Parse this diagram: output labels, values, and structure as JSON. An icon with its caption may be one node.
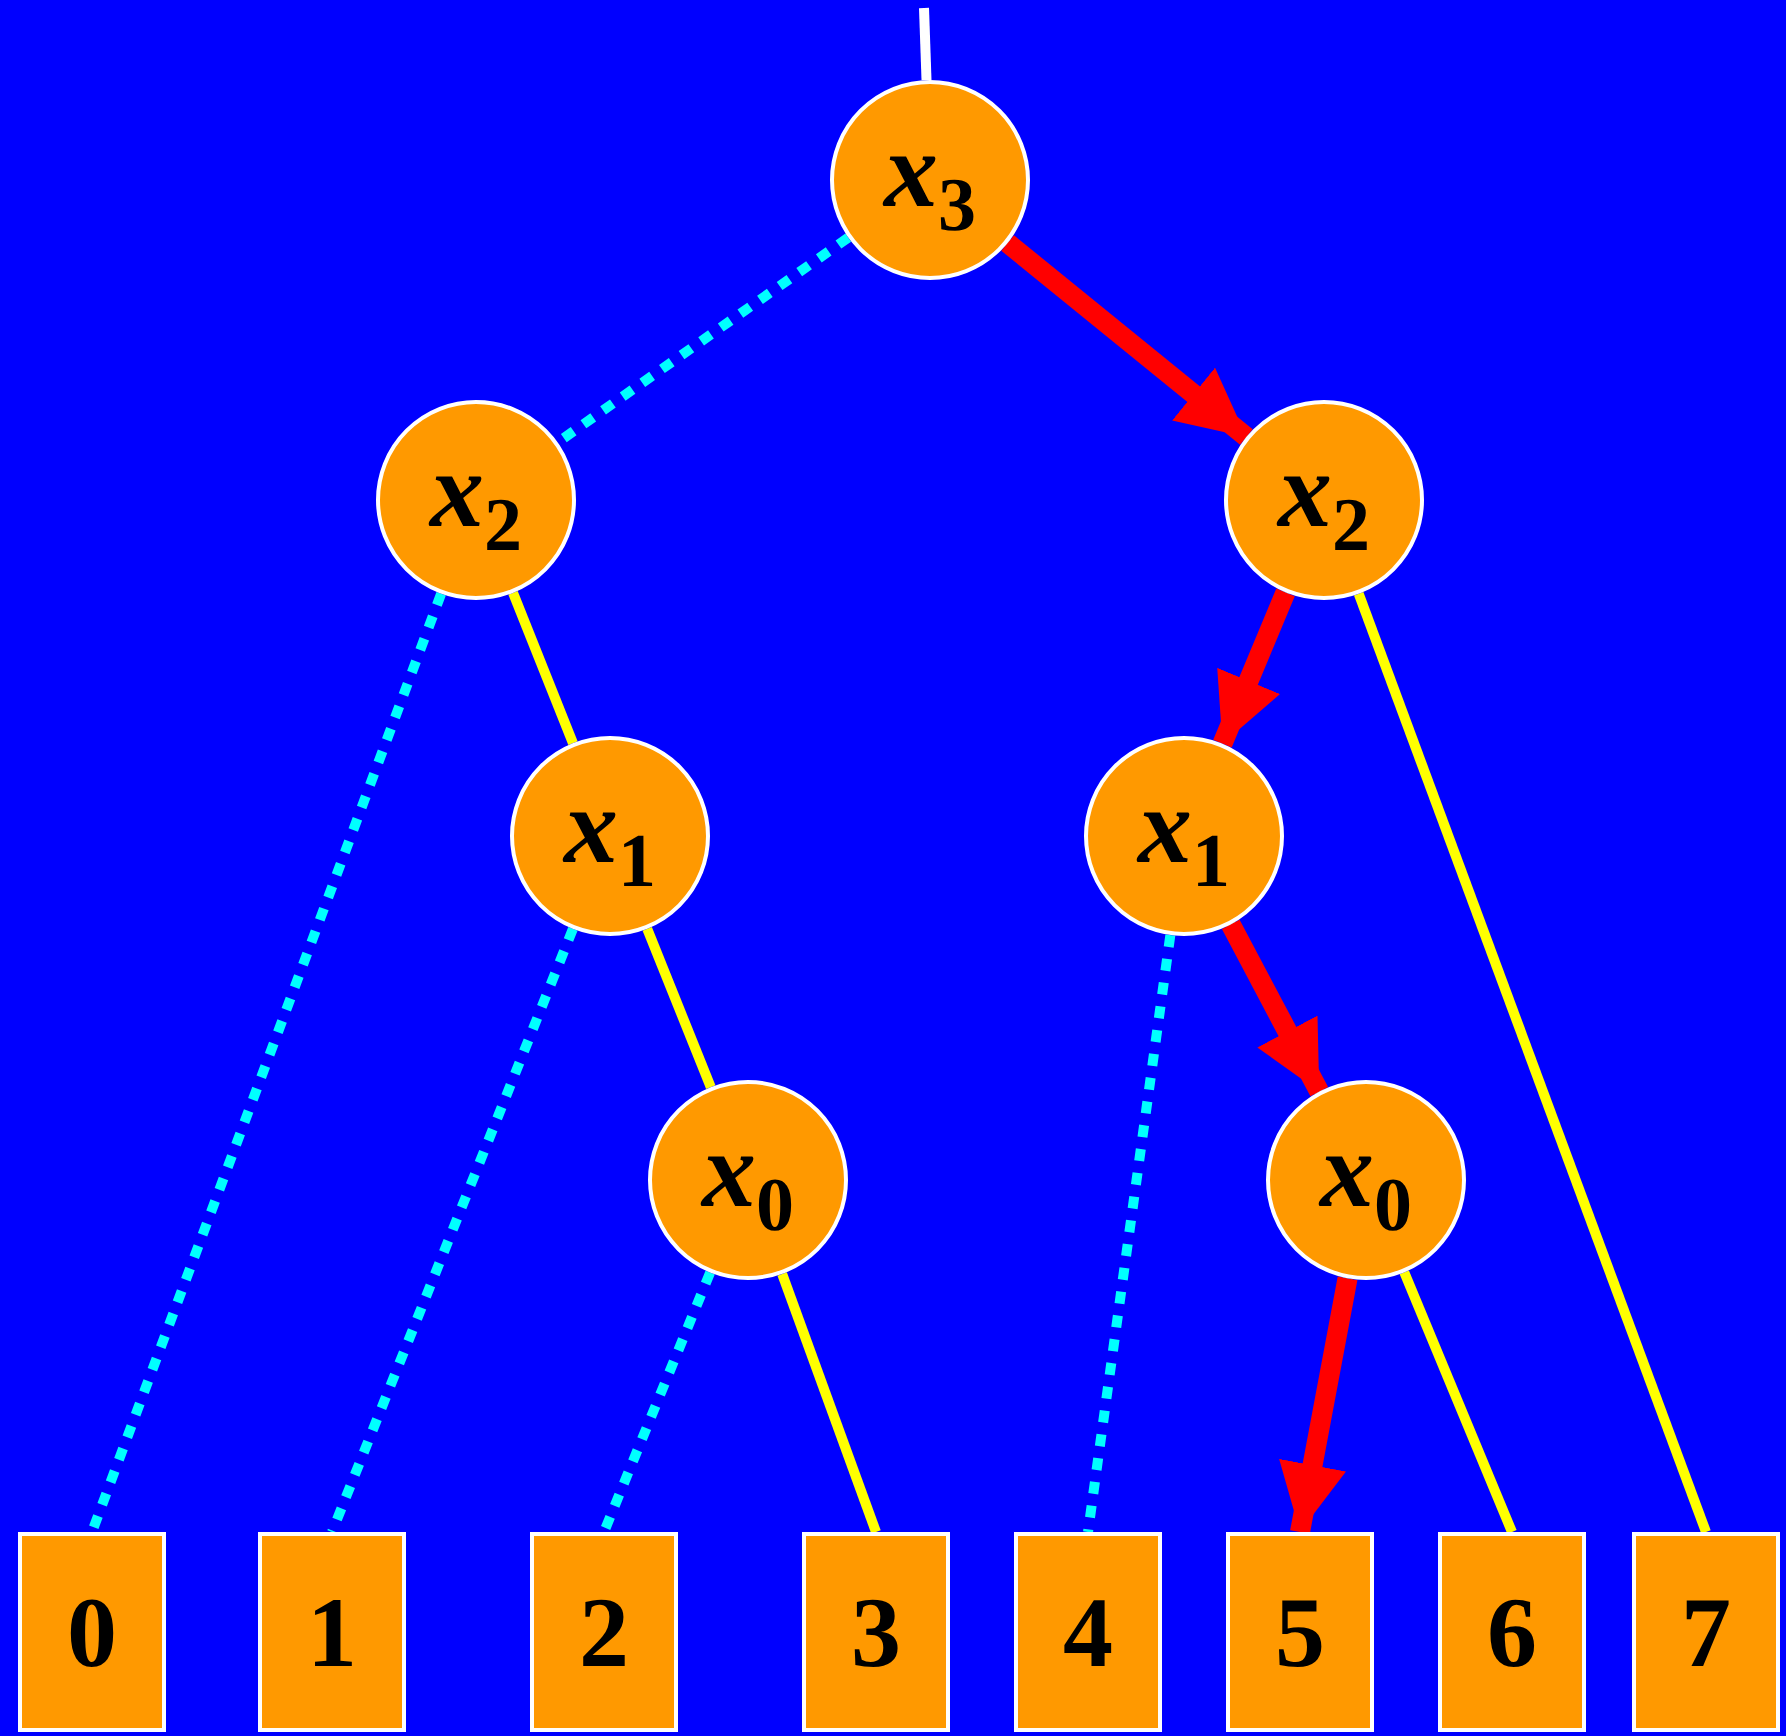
{
  "diagram": {
    "nodes": [
      {
        "text": [
          "*x*$_{3}$"
        ]
      },
      {
        "text": [
          "*x*$_{2}$"
        ]
      },
      {
        "text": [
          "*x*$_{2}$"
        ]
      },
      {
        "text": [
          "*x*$_{1}$"
        ]
      },
      {
        "text": [
          "*x*$_{1}$"
        ]
      },
      {
        "text": [
          "*x*$_{0}$"
        ]
      },
      {
        "text": [
          "*x*$_{0}$"
        ]
      },
      {
        "text": [
          "0"
        ]
      },
      {
        "text": [
          "1"
        ]
      },
      {
        "text": [
          "2"
        ]
      },
      {
        "text": [
          "3"
        ]
      },
      {
        "text": [
          "4"
        ]
      },
      {
        "text": [
          "5"
        ]
      },
      {
        "text": [
          "6"
        ]
      },
      {
        "text": [
          "7"
        ]
      }
    ],
    "edges": [
      {
        "from": null,
        "to": 0,
        "arrow": "none",
        "color": "#ffffff"
      },
      {
        "from": 0,
        "to": 1,
        "arrow": "none",
        "style": "dashed",
        "color": "#00ffff"
      },
      {
        "from": 0,
        "to": 2,
        "arrow": "none",
        "color": "#ffff00"
      },
      {
        "from": 1,
        "to": 7,
        "arrow": "none",
        "style": "dashed",
        "color": "#00ffff"
      },
      {
        "from": 1,
        "to": 3,
        "arrow": "none",
        "color": "#ffff00"
      },
      {
        "from": 2,
        "to": 4,
        "arrow": "none",
        "style": "dashed",
        "color": "#00ffff"
      },
      {
        "from": 2,
        "to": 14,
        "arrow": "none",
        "color": "#ffff00"
      },
      {
        "from": 3,
        "to": 8,
        "arrow": "none",
        "style": "dashed",
        "color": "#00ffff"
      },
      {
        "from": 3,
        "to": 5,
        "arrow": "none",
        "color": "#ffff00"
      },
      {
        "from": 4,
        "to": 11,
        "arrow": "none",
        "style": "dashed",
        "color": "#00ffff"
      },
      {
        "from": 4,
        "to": 6,
        "arrow": "none",
        "color": "#ffff00"
      },
      {
        "from": 5,
        "to": 9,
        "arrow": "none",
        "style": "dashed",
        "color": "#00ffff"
      },
      {
        "from": 5,
        "to": 10,
        "arrow": "none",
        "color": "#ffff00"
      },
      {
        "from": 6,
        "to": 12,
        "arrow": "none",
        "style": "dashed",
        "color": "#00ffff"
      },
      {
        "from": 6,
        "to": 13,
        "arrow": "none",
        "color": "#ffff00"
      },
      {
        "from": 0,
        "to": 2,
        "arrow": "to",
        "style": "thick",
        "color": "#ff0000"
      },
      {
        "from": 2,
        "to": 4,
        "arrow": "to",
        "style": "thick",
        "color": "#ff0000"
      },
      {
        "from": 4,
        "to": 6,
        "arrow": "to",
        "style": "thick",
        "color": "#ff0000"
      },
      {
        "from": 6,
        "to": 12,
        "arrow": "to",
        "style": "thick",
        "color": "#ff0000"
      }
    ]
  }
}
